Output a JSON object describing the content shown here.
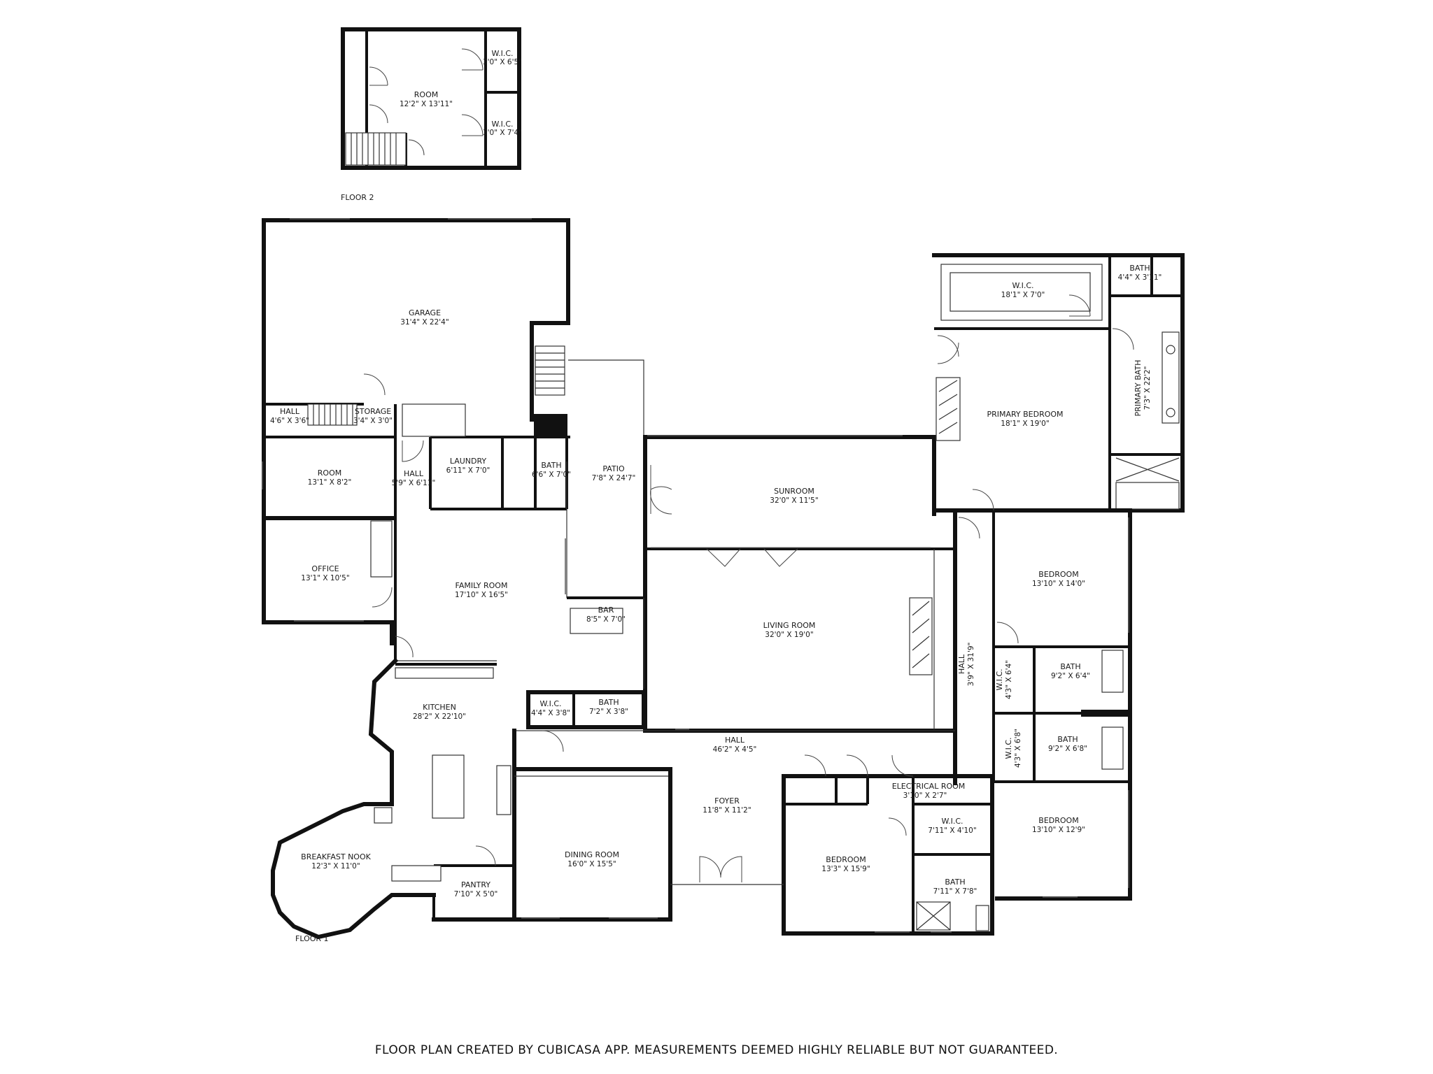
{
  "floor_labels": {
    "floor2": "FLOOR 2",
    "floor1": "FLOOR 1"
  },
  "disclaimer": "FLOOR PLAN CREATED BY CUBICASA APP. MEASUREMENTS DEEMED HIGHLY RELIABLE BUT NOT GUARANTEED.",
  "rooms": {
    "room_f2": {
      "name": "ROOM",
      "dim": "12'2\" X 13'11\""
    },
    "wic_f2_top": {
      "name": "W.I.C.",
      "dim": "3'0\" X 6'5\""
    },
    "wic_f2_bottom": {
      "name": "W.I.C.",
      "dim": "3'0\" X 7'4\""
    },
    "garage": {
      "name": "GARAGE",
      "dim": "31'4\" X 22'4\""
    },
    "hall_small": {
      "name": "HALL",
      "dim": "4'6\" X 3'6\""
    },
    "storage": {
      "name": "STORAGE",
      "dim": "3'4\" X 3'0\""
    },
    "room_f1": {
      "name": "ROOM",
      "dim": "13'1\" X 8'2\""
    },
    "hall_laundry": {
      "name": "HALL",
      "dim": "5'9\" X 6'11\""
    },
    "laundry": {
      "name": "LAUNDRY",
      "dim": "6'11\" X 7'0\""
    },
    "bath_laundry": {
      "name": "BATH",
      "dim": "6'6\" X 7'0\""
    },
    "patio": {
      "name": "PATIO",
      "dim": "7'8\" X 24'7\""
    },
    "office": {
      "name": "OFFICE",
      "dim": "13'1\" X 10'5\""
    },
    "family_room": {
      "name": "FAMILY ROOM",
      "dim": "17'10\" X 16'5\""
    },
    "bar": {
      "name": "BAR",
      "dim": "8'5\" X 7'0\""
    },
    "sunroom": {
      "name": "SUNROOM",
      "dim": "32'0\" X 11'5\""
    },
    "living_room": {
      "name": "LIVING ROOM",
      "dim": "32'0\" X 19'0\""
    },
    "wic_primary": {
      "name": "W.I.C.",
      "dim": "18'1\" X 7'0\""
    },
    "bath_small_primary": {
      "name": "BATH",
      "dim": "4'4\" X 3'11\""
    },
    "primary_bedroom": {
      "name": "PRIMARY BEDROOM",
      "dim": "18'1\" X 19'0\""
    },
    "primary_bath": {
      "name": "PRIMARY BATH",
      "dim": "7'3\" X 22'2\""
    },
    "bedroom_1": {
      "name": "BEDROOM",
      "dim": "13'10\" X 14'0\""
    },
    "hall_long": {
      "name": "HALL",
      "dim": "3'9\" X 31'9\""
    },
    "wic_1": {
      "name": "W.I.C.",
      "dim": "4'3\" X 6'4\""
    },
    "bath_1": {
      "name": "BATH",
      "dim": "9'2\" X 6'4\""
    },
    "wic_2": {
      "name": "W.I.C.",
      "dim": "4'3\" X 6'8\""
    },
    "bath_2": {
      "name": "BATH",
      "dim": "9'2\" X 6'8\""
    },
    "bedroom_2": {
      "name": "BEDROOM",
      "dim": "13'10\" X 12'9\""
    },
    "kitchen": {
      "name": "KITCHEN",
      "dim": "28'2\" X 22'10\""
    },
    "wic_kitchen": {
      "name": "W.I.C.",
      "dim": "4'4\" X 3'8\""
    },
    "bath_kitchen": {
      "name": "BATH",
      "dim": "7'2\" X 3'8\""
    },
    "hall_main": {
      "name": "HALL",
      "dim": "46'2\" X 4'5\""
    },
    "foyer": {
      "name": "FOYER",
      "dim": "11'8\" X 11'2\""
    },
    "electrical": {
      "name": "ELECTRICAL ROOM",
      "dim": "3'10\" X 2'7\""
    },
    "wic_bedroom3": {
      "name": "W.I.C.",
      "dim": "7'11\" X 4'10\""
    },
    "bedroom_3": {
      "name": "BEDROOM",
      "dim": "13'3\" X 15'9\""
    },
    "bath_bedroom3": {
      "name": "BATH",
      "dim": "7'11\" X 7'8\""
    },
    "dining_room": {
      "name": "DINING ROOM",
      "dim": "16'0\" X 15'5\""
    },
    "breakfast_nook": {
      "name": "BREAKFAST NOOK",
      "dim": "12'3\" X 11'0\""
    },
    "pantry": {
      "name": "PANTRY",
      "dim": "7'10\" X 5'0\""
    }
  }
}
